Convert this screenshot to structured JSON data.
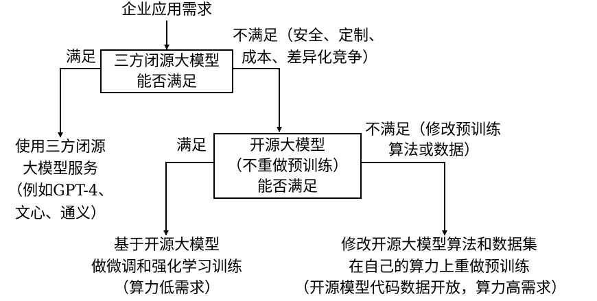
{
  "title": "企业应用需求",
  "box1": {
    "line1": "三方闭源大模型",
    "line2": "能否满足"
  },
  "box2": {
    "line1": "开源大模型",
    "line2": "（不重做预训练）",
    "line3": "能否满足"
  },
  "edge_labels": {
    "satisfied_1": "满足",
    "not_satisfied_1_line1": "不满足（安全、定制、",
    "not_satisfied_1_line2": "成本、差异化竞争）",
    "satisfied_2": "满足",
    "not_satisfied_2_line1": "不满足（修改预训练",
    "not_satisfied_2_line2": "算法或数据）"
  },
  "outcomes": {
    "closed_source": [
      "使用三方闭源",
      "大模型服务",
      "（例如GPT-4、",
      "文心、通义）"
    ],
    "finetune": [
      "基于开源大模型",
      "做微调和强化学习训练",
      "（算力低需求）"
    ],
    "pretrain": [
      "修改开源大模型算法和数据集",
      "在自己的算力上重做预训练",
      "（开源模型代码数据开放，算力高需求）"
    ]
  }
}
